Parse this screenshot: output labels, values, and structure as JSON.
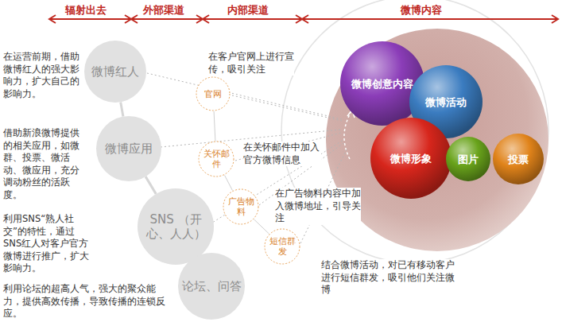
{
  "diagram": {
    "nodes": [
      {
        "text": [
          "微博红人"
        ]
      },
      {
        "text": [
          "微博应用"
        ]
      },
      {
        "text": [
          "SNS （开心、人人）"
        ]
      },
      {
        "text": [
          "论坛、问答"
        ]
      },
      {
        "text": [
          "官网"
        ]
      },
      {
        "text": [
          "关怀邮件"
        ]
      },
      {
        "text": [
          "广告物料"
        ]
      },
      {
        "text": [
          "短信群发"
        ]
      },
      {
        "text": [
          "微博创意内容"
        ]
      },
      {
        "text": [
          "微博活动"
        ]
      },
      {
        "text": [
          "微博形象"
        ]
      },
      {
        "text": [
          "图片"
        ]
      },
      {
        "text": [
          "投票"
        ]
      }
    ],
    "edges": [
      {
        "from": 0,
        "to": 1,
        "arrow": "none"
      },
      {
        "from": 1,
        "to": 2,
        "arrow": "none"
      },
      {
        "from": 2,
        "to": 3,
        "arrow": "none"
      },
      {
        "from": 4,
        "to": 5,
        "arrow": "none"
      },
      {
        "from": 5,
        "to": 6,
        "arrow": "none"
      },
      {
        "from": 6,
        "to": 7,
        "arrow": "none"
      }
    ],
    "labels": [
      "辐射出去",
      "外部渠道",
      "内部渠道",
      "微博内容",
      "在运营前期，借助微博红人的强大影响力，扩大自己的影响力。",
      "借助新浪微博提供的相关应用，如微群、投票、微活动、微应用，充分调动粉丝的活跃度。",
      "利用SNS“熟人社交”的特性，通过SNS红人对客户官方微博进行推广，扩大影响力。",
      "利用论坛的超高人气，强大的聚众能力，提供高效传播，导致传播的连锁反应。",
      "在客户官网上进行宣传，吸引关注",
      "在关怀邮件中加入官方微博信息",
      "在广告物料内容中加入微博地址，引导关注",
      "结合微博活动，对已有移动客户进行短信群发，吸引他们关注微博"
    ]
  }
}
